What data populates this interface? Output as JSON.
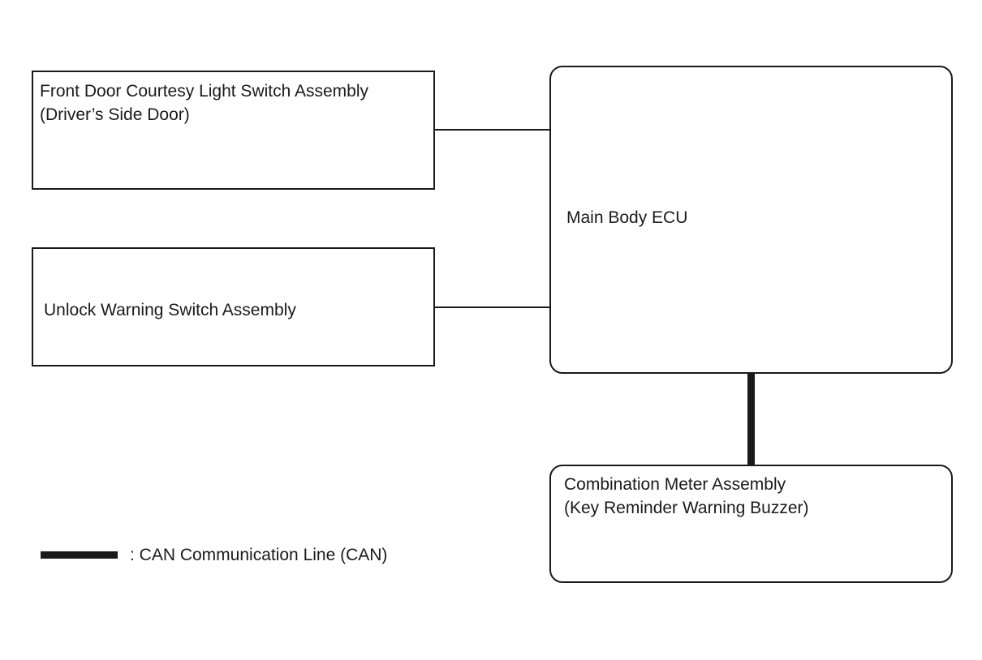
{
  "components": {
    "front_door_switch": {
      "line1": "Front Door Courtesy Light Switch Assembly",
      "line2": "(Driver’s Side Door)"
    },
    "unlock_warning_switch": {
      "line1": "Unlock Warning Switch Assembly"
    },
    "main_body_ecu": {
      "line1": "Main Body ECU"
    },
    "combination_meter": {
      "line1": "Combination Meter Assembly",
      "line2": "(Key Reminder Warning Buzzer)"
    }
  },
  "connections": [
    {
      "from": "Front Door Courtesy Light Switch Assembly",
      "to": "Main Body ECU",
      "type": "wire"
    },
    {
      "from": "Unlock Warning Switch Assembly",
      "to": "Main Body ECU",
      "type": "wire"
    },
    {
      "from": "Main Body ECU",
      "to": "Combination Meter Assembly",
      "type": "CAN"
    }
  ],
  "legend": {
    "can_label": ": CAN Communication Line (CAN)"
  },
  "colors": {
    "stroke": "#1a1a1a",
    "background": "#ffffff"
  }
}
